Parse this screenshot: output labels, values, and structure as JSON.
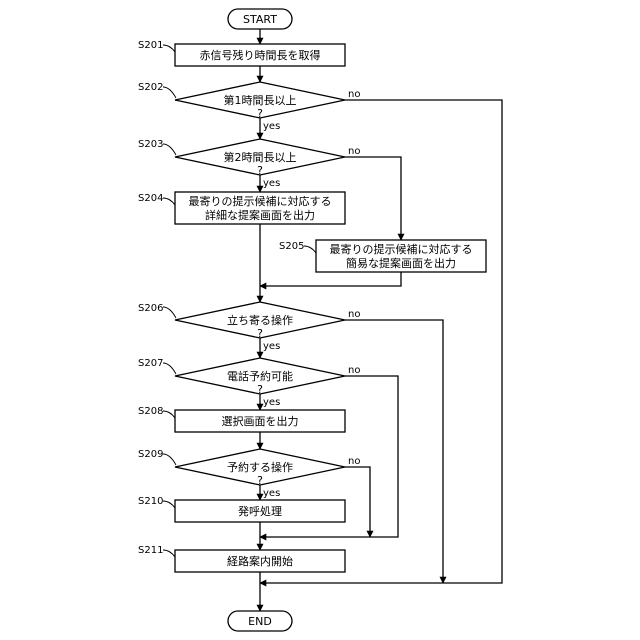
{
  "diagram": {
    "start": "START",
    "end": "END",
    "steps": {
      "s201": {
        "id": "S201",
        "text": "赤信号残り時間長を取得"
      },
      "s202": {
        "id": "S202",
        "text": "第1時間長以上",
        "q": "?",
        "yes": "yes",
        "no": "no"
      },
      "s203": {
        "id": "S203",
        "text": "第2時間長以上",
        "q": "?",
        "yes": "yes",
        "no": "no"
      },
      "s204": {
        "id": "S204",
        "line1": "最寄りの提示候補に対応する",
        "line2": "詳細な提案画面を出力"
      },
      "s205": {
        "id": "S205",
        "line1": "最寄りの提示候補に対応する",
        "line2": "簡易な提案画面を出力"
      },
      "s206": {
        "id": "S206",
        "text": "立ち寄る操作",
        "q": "?",
        "yes": "yes",
        "no": "no"
      },
      "s207": {
        "id": "S207",
        "text": "電話予約可能",
        "q": "?",
        "yes": "yes",
        "no": "no"
      },
      "s208": {
        "id": "S208",
        "text": "選択画面を出力"
      },
      "s209": {
        "id": "S209",
        "text": "予約する操作",
        "q": "?",
        "yes": "yes",
        "no": "no"
      },
      "s210": {
        "id": "S210",
        "text": "発呼処理"
      },
      "s211": {
        "id": "S211",
        "text": "経路案内開始"
      }
    }
  }
}
